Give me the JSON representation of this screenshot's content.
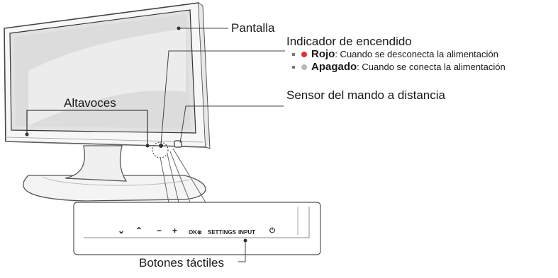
{
  "labels": {
    "screen": "Pantalla",
    "power_indicator": "Indicador de encendido",
    "remote_sensor": "Sensor del mando a distancia",
    "speakers": "Altavoces",
    "touch_buttons": "Botones táctiles"
  },
  "power_states": [
    {
      "color": "#e03030",
      "name": "Rojo",
      "desc": ": Cuando se desconecta la alimentación"
    },
    {
      "color": "#b8b8b8",
      "name": "Apagado",
      "desc": ": Cuando se conecta la alimentación"
    }
  ],
  "buttons": [
    {
      "icon": "chevron-down-icon",
      "glyph": "⌄"
    },
    {
      "icon": "chevron-up-icon",
      "glyph": "⌃"
    },
    {
      "icon": "minus-icon",
      "glyph": "−"
    },
    {
      "icon": "plus-icon",
      "glyph": "+"
    },
    {
      "icon": "ok-icon",
      "text": "OK⊛"
    },
    {
      "icon": "settings-label",
      "text": "SETTINGS"
    },
    {
      "icon": "input-label",
      "text": "INPUT"
    },
    {
      "icon": "power-icon",
      "glyph": "⏻"
    }
  ]
}
